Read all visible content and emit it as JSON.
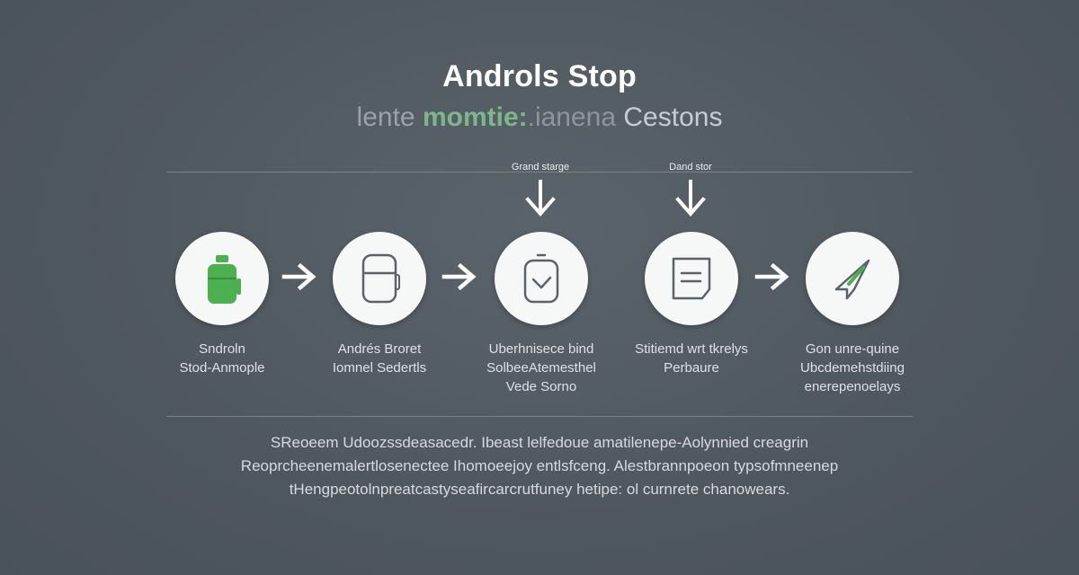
{
  "title": "Androls Stop",
  "subtitle": {
    "part_a": "lente ",
    "part_b": "momtie:",
    "part_c": ".ianena ",
    "part_d": "Cestons"
  },
  "callouts": [
    "Grand starge",
    "Dand stor"
  ],
  "steps": [
    {
      "icon": "mobile-bin-icon",
      "lines": [
        "Sndroln",
        "Stod-Anmople"
      ]
    },
    {
      "icon": "device-frame-icon",
      "lines": [
        "Andrés Broret",
        "Iomnel Sedertls"
      ]
    },
    {
      "icon": "check-box-icon",
      "lines": [
        "Uberhnisece bind",
        "SolbeeAtemesthel",
        "Vede Sorno"
      ]
    },
    {
      "icon": "document-icon",
      "lines": [
        "Stitiemd wrt tkrelys",
        "Perbaure"
      ]
    },
    {
      "icon": "send-arrow-icon",
      "lines": [
        "Gon unre-quine",
        "Ubcdemehstdiing",
        "enerepenoelays"
      ]
    }
  ],
  "paragraph": [
    "SReoeem Udoozssdeasacedr. Ibeast lelfedoue amatilenepe-Aolynnied creagrin",
    "Reoprcheenemalertlosenectee Ihomoeejoy entlsfceng. Alestbrannpoeon typsofmneenep",
    "tHengpeotolnpreatcastyseafircarcrutfuney hetipe: ol curnrete chanowears."
  ],
  "colors": {
    "background": "#4f575e",
    "node_fill": "#f6f7f7",
    "accent_green": "#4caf50",
    "icon_stroke": "#5b6369"
  }
}
